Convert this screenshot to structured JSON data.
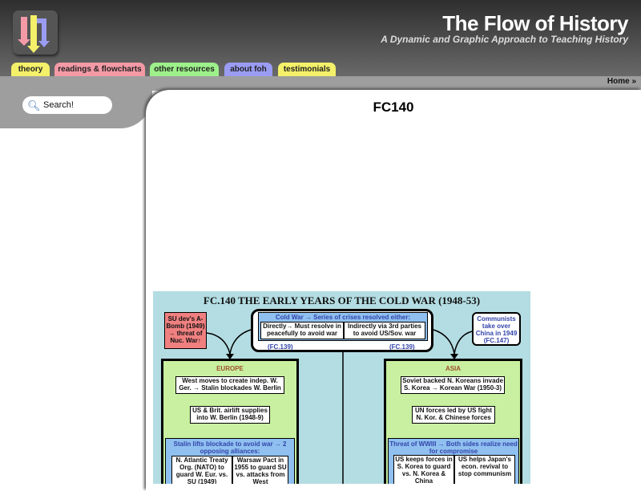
{
  "header": {
    "title": "The Flow of History",
    "subtitle": "A Dynamic and Graphic Approach to Teaching History"
  },
  "tabs": [
    {
      "label": "theory",
      "color": "#f4f06a"
    },
    {
      "label": "readings & flowcharts",
      "color": "#f39aa6"
    },
    {
      "label": "other resources",
      "color": "#9df08a"
    },
    {
      "label": "about foh",
      "color": "#9a9cf2"
    },
    {
      "label": "testimonials",
      "color": "#f4f06a"
    }
  ],
  "breadcrumb": {
    "home": "Home",
    "sep": "»"
  },
  "search": {
    "label": "Search!"
  },
  "page": {
    "title": "FC140"
  },
  "flowchart": {
    "title": "FC.140 THE EARLY YEARS OF THE COLD WAR (1948-53)",
    "su_bomb": "SU dev's A-Bomb (1949) → threat of Nuc. War↑",
    "cold_war": "Cold War → Series of crises resolved either:",
    "directly": "Directly→ Must resolve in peacefully to avoid war",
    "indirectly": "Indirectly via 3rd parties to avoid US/Sov. war",
    "ref1": "(FC.139)",
    "ref2": "(FC.139)",
    "china": "Communists take over China in 1949 (FC.147)",
    "europe": {
      "heading": "EUROPE",
      "b1": "West moves to create indep. W. Ger. → Stalin blockades W. Berlin",
      "b2": "US & Brit. airlift supplies into W. Berlin (1948-9)",
      "b3": "Stalin lifts blockade to avoid war → 2 opposing alliances:",
      "c1": "N. Atlantic Treaty Org. (NATO) to guard W. Eur. vs. SU (1949)",
      "c2": "Warsaw Pact in 1955 to guard SU vs. attacks from West"
    },
    "asia": {
      "heading": "ASIA",
      "b1": "Soviet backed N. Koreans invade S. Korea → Korean War (1950-3)",
      "b2": "UN forces led by US fight N. Kor. & Chinese forces",
      "b3": "Threat of WWIII → Both sides realize need for compromise",
      "c1": "US keeps forces in S. Korea to guard vs. N. Korea & China",
      "c2": "US helps Japan's econ. revival to stop communism"
    }
  }
}
